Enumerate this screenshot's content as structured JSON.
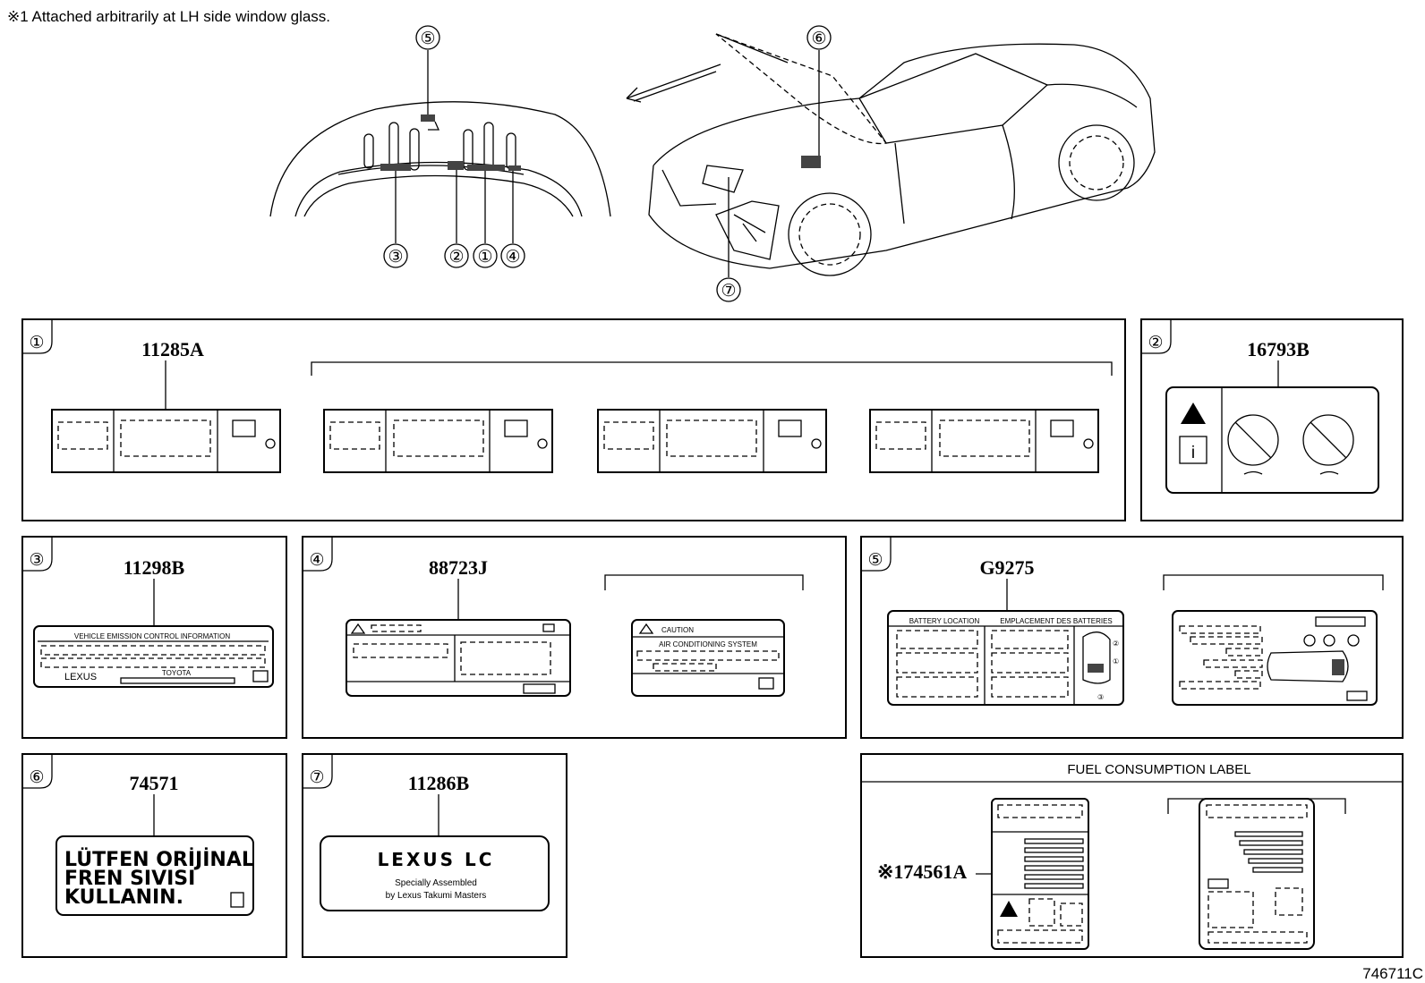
{
  "note": "※1 Attached arbitrarily at LH side window glass.",
  "diagram_id": "746711C",
  "overview_callouts": {
    "c1": "①",
    "c2": "②",
    "c3": "③",
    "c4": "④",
    "c5": "⑤",
    "c6": "⑥",
    "c7": "⑦"
  },
  "panels": {
    "p1": {
      "index": "①",
      "part": "11285A"
    },
    "p2": {
      "index": "②",
      "part": "16793B"
    },
    "p3": {
      "index": "③",
      "part": "11298B",
      "header": "VEHICLE EMISSION CONTROL INFORMATION",
      "brand": "TOYOTA",
      "logo": "LEXUS"
    },
    "p4": {
      "index": "④",
      "part": "88723J",
      "caution": "CAUTION",
      "system": "AIR CONDITIONING SYSTEM"
    },
    "p5": {
      "index": "⑤",
      "part": "G9275",
      "battery_location": "BATTERY LOCATION",
      "emplacement": "EMPLACEMENT DES BATTERIES",
      "marks": [
        "①",
        "②",
        "③"
      ]
    },
    "p6": {
      "index": "⑥",
      "part": "74571",
      "line1": "LÜTFEN ORİJİNAL",
      "line2": "FREN SIVISI",
      "line3": "KULLANIN."
    },
    "p7": {
      "index": "⑦",
      "part": "11286B",
      "logo": "LEXUS LC",
      "line1": "Specially Assembled",
      "line2": "by Lexus Takumi Masters"
    },
    "fuel": {
      "title": "FUEL CONSUMPTION LABEL",
      "part": "※174561A"
    }
  }
}
